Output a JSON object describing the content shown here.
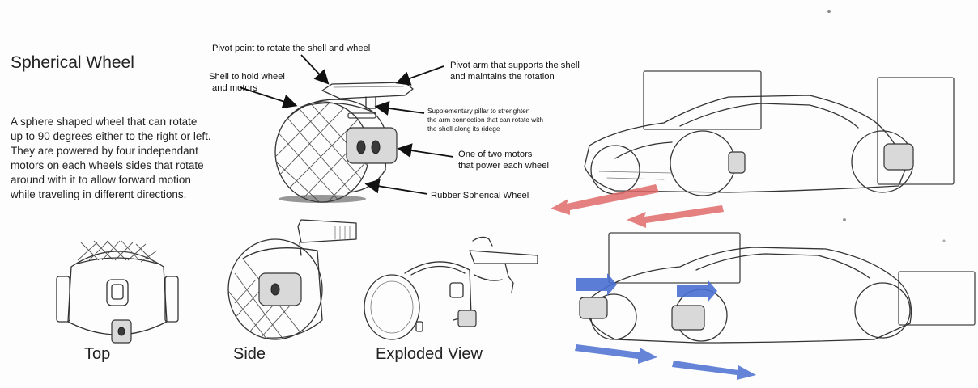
{
  "title": "Spherical Wheel",
  "description_lines": [
    "A sphere shaped wheel that can rotate",
    "up to 90 degrees either to the right or left.",
    "They are powered by four independant",
    "motors on each wheels sides that rotate",
    "around with it to allow forward motion",
    "while traveling in different directions."
  ],
  "callouts": {
    "pivot_point": "Pivot point to rotate the shell and wheel",
    "shell": [
      "Shell to hold wheel",
      "and motors"
    ],
    "pivot_arm": [
      "Pivot arm that supports the shell",
      "and maintains the rotation"
    ],
    "pillar": [
      "Supplementary pillar to strenghten",
      "the arm connection that can rotate with",
      "the  shell  along  its ridege"
    ],
    "motors": [
      "One of two motors",
      "that power each wheel"
    ],
    "rubber_wheel": "Rubber Spherical Wheel"
  },
  "view_labels": {
    "top": "Top",
    "side": "Side",
    "exploded": "Exploded View"
  },
  "colors": {
    "red_arrow": "#e06a6a",
    "blue_arrow": "#4a6fd0",
    "pencil": "#333333"
  }
}
